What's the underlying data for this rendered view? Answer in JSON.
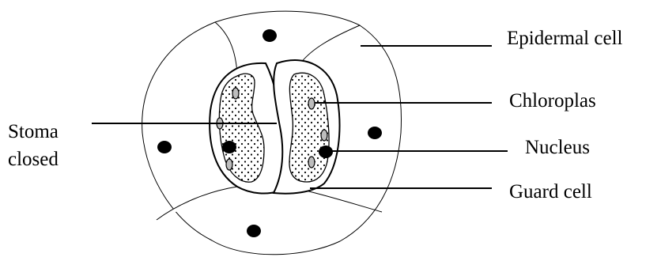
{
  "diagram": {
    "labels": {
      "epidermal_cell": "Epidermal cell",
      "chloroplast": "Chloroplas",
      "nucleus": "Nucleus",
      "guard_cell": "Guard cell",
      "stoma_line1": "Stoma",
      "stoma_line2": "closed"
    }
  }
}
